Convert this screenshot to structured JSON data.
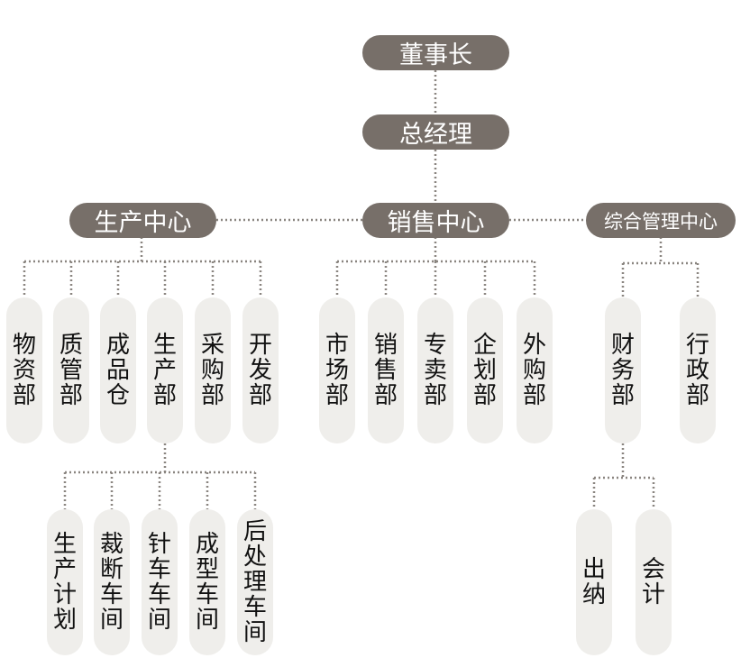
{
  "top": {
    "chairman": "董事长",
    "gm": "总经理"
  },
  "centers": {
    "production": "生产中心",
    "sales": "销售中心",
    "admin": "综合管理中心"
  },
  "production_depts": [
    "物资部",
    "质管部",
    "成品仓",
    "生产部",
    "采购部",
    "开发部"
  ],
  "sales_depts": [
    "市场部",
    "销售部",
    "专卖部",
    "企划部",
    "外购部"
  ],
  "admin_depts": [
    "财务部",
    "行政部"
  ],
  "workshops": [
    "生产计划",
    "裁断车间",
    "针车车间",
    "成型车间",
    "后处理车间"
  ],
  "finance_units": [
    "出纳",
    "会计"
  ],
  "colors": {
    "header_fill": "#776f69",
    "header_text": "#ffffff",
    "leaf_fill": "#efeeeb",
    "leaf_text": "#111111",
    "connector": "#8a8580"
  }
}
